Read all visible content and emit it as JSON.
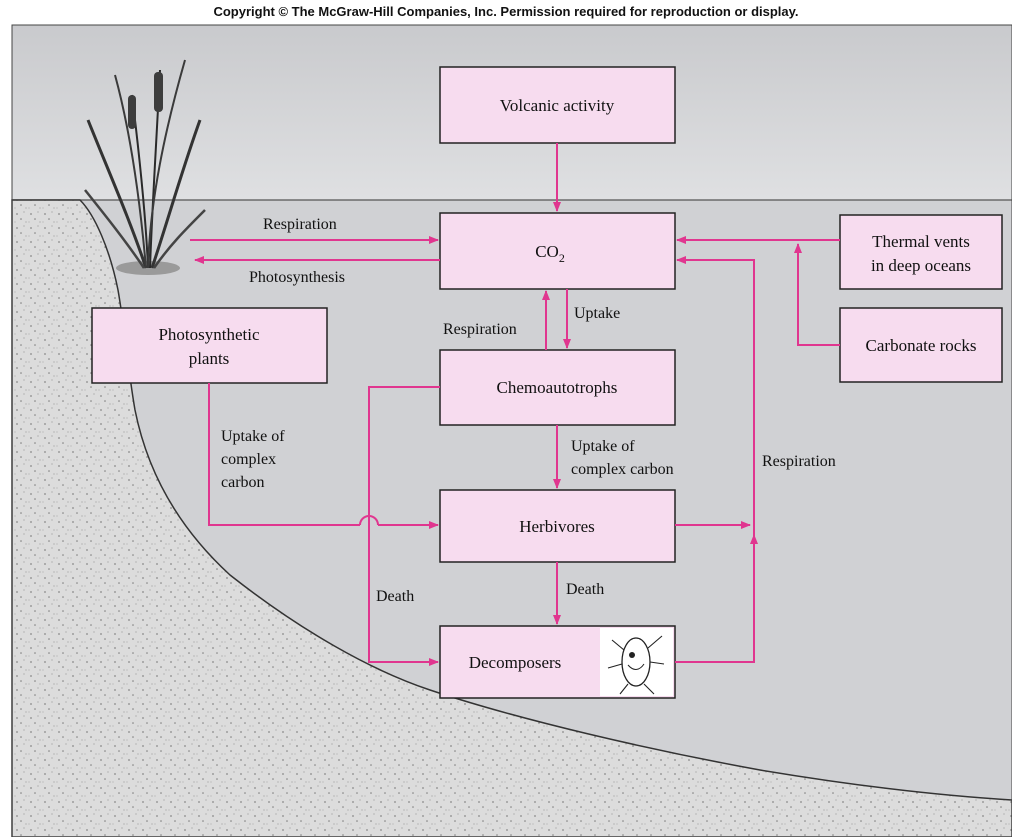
{
  "copyright": "Copyright © The McGraw-Hill Companies, Inc. Permission required for reproduction or display.",
  "colors": {
    "arrow": "#e0368f",
    "box_fill": "#f7dcef",
    "sky": "#d3d4d6",
    "water": "#cfd0d3",
    "sediment": "#d9d9d9",
    "border": "#222222"
  },
  "boxes": {
    "volcanic": "Volcanic activity",
    "co2_main": "CO",
    "co2_sub": "2",
    "thermal_line1": "Thermal vents",
    "thermal_line2": "in deep oceans",
    "carbonate": "Carbonate rocks",
    "photo_line1": "Photosynthetic",
    "photo_line2": "plants",
    "chemo": "Chemoautotrophs",
    "herbivores": "Herbivores",
    "decomposers": "Decomposers"
  },
  "labels": {
    "respiration_top": "Respiration",
    "photosynthesis": "Photosynthesis",
    "respiration_left": "Respiration",
    "uptake": "Uptake",
    "uptake_complex_1": "Uptake of",
    "uptake_complex_2": "complex",
    "uptake_complex_3": "carbon",
    "uptake_chemo_1": "Uptake of",
    "uptake_chemo_2": "complex carbon",
    "respiration_right": "Respiration",
    "death_left": "Death",
    "death_mid": "Death"
  },
  "icons": [
    "cattail-plant-icon",
    "decomposer-organism-icon"
  ]
}
